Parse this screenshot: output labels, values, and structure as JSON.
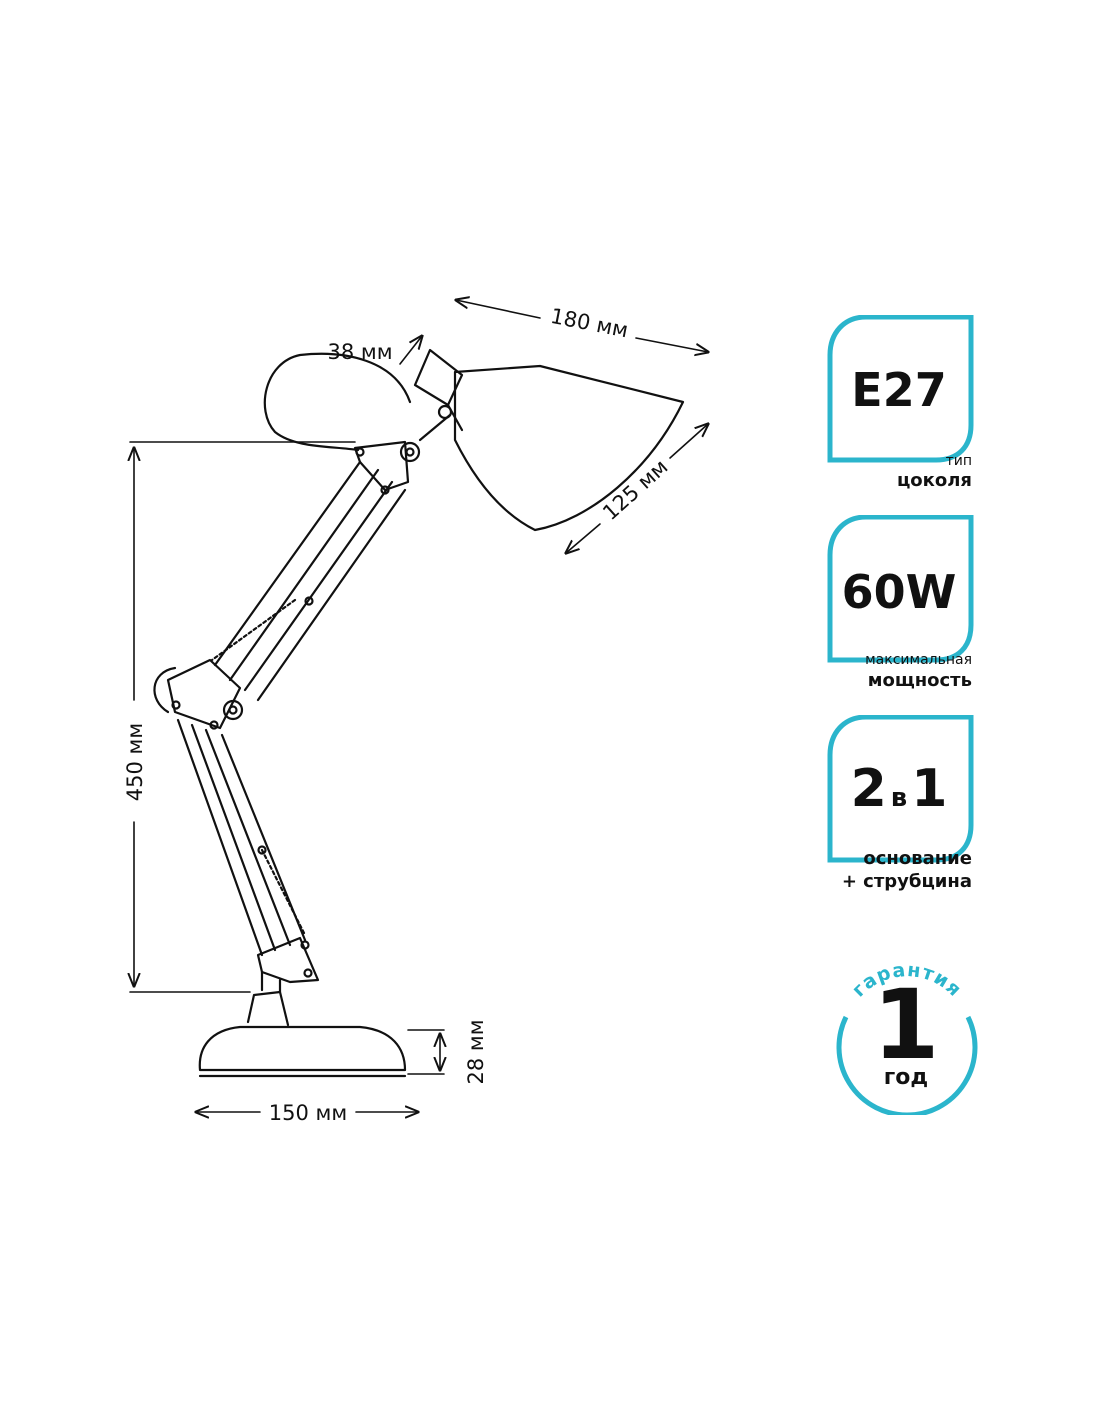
{
  "dimensions": {
    "shade_length": "180 мм",
    "socket_diameter": "38 мм",
    "shade_diameter": "125 мм",
    "height": "450 мм",
    "base_height": "28 мм",
    "base_width": "150 мм"
  },
  "badges": [
    {
      "value": "E27",
      "label_small": "тип",
      "label_bold": "цоколя"
    },
    {
      "value": "60W",
      "label_small": "максимальная",
      "label_bold": "мощность"
    },
    {
      "value_left": "2",
      "value_mid": "в",
      "value_right": "1",
      "label_line1": "основание",
      "label_line2": "+ струбцина"
    }
  ],
  "warranty": {
    "arc_text": "гарантия",
    "number": "1",
    "unit": "год"
  },
  "colors": {
    "accent": "#2bb5cc",
    "line": "#111111"
  }
}
